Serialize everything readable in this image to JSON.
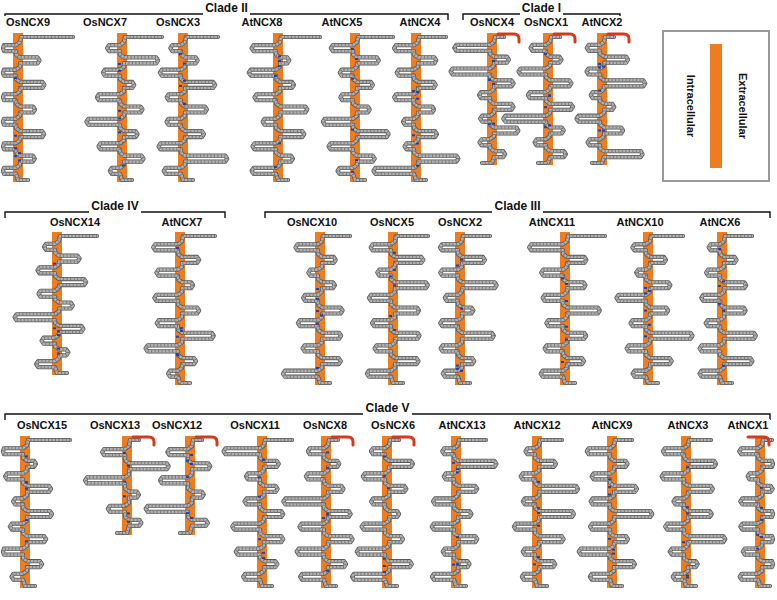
{
  "diagram": {
    "nodes": [
      {
        "text": [
          "Extracellular",
          "Intracellular"
        ]
      }
    ],
    "labels": [
      "Clade II",
      "OsNCX9",
      "OsNCX7",
      "OsNCX3",
      "AtNCX8",
      "AtNCX5",
      "AtNCX4",
      "Clade I",
      "OsNCX4",
      "OsNCX1",
      "AtNCX2",
      "Clade IV",
      "OsNCX14",
      "AtNCX7",
      "Clade III",
      "OsNCX10",
      "OsNCX5",
      "OsNCX2",
      "AtNCX11",
      "AtNCX10",
      "AtNCX6",
      "Clade V",
      "OsNCX15",
      "OsNCX13",
      "OsNCX12",
      "OsNCX11",
      "OsNCX8",
      "OsNCX6",
      "AtNCX13",
      "AtNCX12",
      "AtNCX9",
      "AtNCX3",
      "AtNCX1"
    ]
  }
}
